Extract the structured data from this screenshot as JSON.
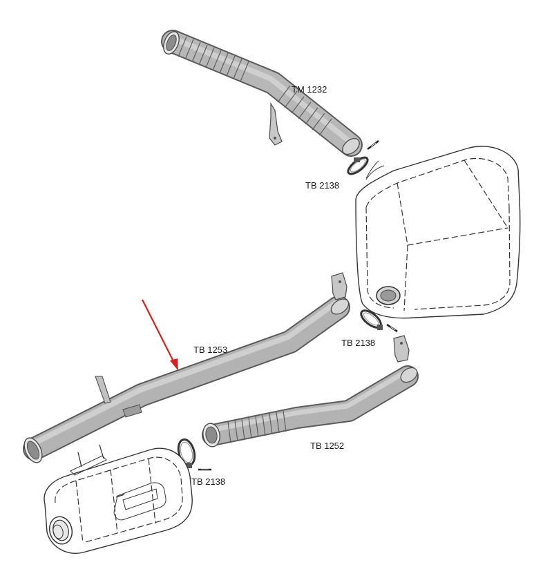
{
  "colors": {
    "pipe_fill": "#b3b3b3",
    "pipe_dark": "#7a7a7a",
    "pointer_arrow": "#d42020",
    "outline": "#333333"
  },
  "labels": {
    "tm1232": "TM 1232",
    "tb2138_top": "TB 2138",
    "tb1253": "TB 1253",
    "tb2138_mid": "TB 2138",
    "tb1252": "TB 1252",
    "tb2138_bottom": "TB 2138"
  }
}
